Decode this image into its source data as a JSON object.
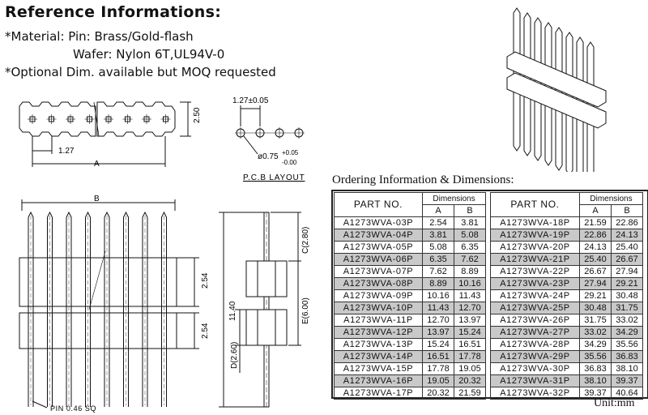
{
  "header": {
    "title": "Reference Informations:",
    "material_line1": "*Material: Pin: Brass/Gold-flash",
    "material_line2": "Wafer: Nylon 6T,UL94V-0",
    "optional_line": "*Optional Dim. available but MOQ requested"
  },
  "drawing": {
    "top_height": "2.50",
    "pitch": "1.27",
    "dim_a": "A",
    "pcb_pitch": "1.27±0.05",
    "hole_dia": "ø0.75",
    "hole_tol_plus": "+0.05",
    "hole_tol_minus": "-0.00",
    "pcb_layout": "P.C.B  LAYOUT",
    "dim_b": "B",
    "front_h1": "2.54",
    "front_h2": "2.54",
    "pin_label": "PIN  0.46  SQ",
    "total_height": "11.40",
    "dim_c": "C(2.80)",
    "dim_d": "D(2.60)",
    "dim_e": "E(6.00)"
  },
  "ordering": {
    "title": "Ordering Information & Dimensions:",
    "col_part": "PART NO.",
    "col_dims": "Dimensions",
    "col_a": "A",
    "col_b": "B",
    "left_rows": [
      [
        "A1273WVA-03P",
        "2.54",
        "3.81"
      ],
      [
        "A1273WVA-04P",
        "3.81",
        "5.08"
      ],
      [
        "A1273WVA-05P",
        "5.08",
        "6.35"
      ],
      [
        "A1273WVA-06P",
        "6.35",
        "7.62"
      ],
      [
        "A1273WVA-07P",
        "7.62",
        "8.89"
      ],
      [
        "A1273WVA-08P",
        "8.89",
        "10.16"
      ],
      [
        "A1273WVA-09P",
        "10.16",
        "11.43"
      ],
      [
        "A1273WVA-10P",
        "11.43",
        "12.70"
      ],
      [
        "A1273WVA-11P",
        "12.70",
        "13.97"
      ],
      [
        "A1273WVA-12P",
        "13.97",
        "15.24"
      ],
      [
        "A1273WVA-13P",
        "15.24",
        "16.51"
      ],
      [
        "A1273WVA-14P",
        "16.51",
        "17.78"
      ],
      [
        "A1273WVA-15P",
        "17.78",
        "19.05"
      ],
      [
        "A1273WVA-16P",
        "19.05",
        "20.32"
      ],
      [
        "A1273WVA-17P",
        "20.32",
        "21.59"
      ]
    ],
    "right_rows": [
      [
        "A1273WVA-18P",
        "21.59",
        "22.86"
      ],
      [
        "A1273WVA-19P",
        "22.86",
        "24.13"
      ],
      [
        "A1273WVA-20P",
        "24.13",
        "25.40"
      ],
      [
        "A1273WVA-21P",
        "25.40",
        "26.67"
      ],
      [
        "A1273WVA-22P",
        "26.67",
        "27.94"
      ],
      [
        "A1273WVA-23P",
        "27.94",
        "29.21"
      ],
      [
        "A1273WVA-24P",
        "29.21",
        "30.48"
      ],
      [
        "A1273WVA-25P",
        "30.48",
        "31.75"
      ],
      [
        "A1273WVA-26P",
        "31.75",
        "33.02"
      ],
      [
        "A1273WVA-27P",
        "33.02",
        "34.29"
      ],
      [
        "A1273WVA-28P",
        "34.29",
        "35.56"
      ],
      [
        "A1273WVA-29P",
        "35.56",
        "36.83"
      ],
      [
        "A1273WVA-30P",
        "36.83",
        "38.10"
      ],
      [
        "A1273WVA-31P",
        "38.10",
        "39.37"
      ],
      [
        "A1273WVA-32P",
        "39.37",
        "40.64"
      ]
    ],
    "unit": "Unit:mm"
  }
}
